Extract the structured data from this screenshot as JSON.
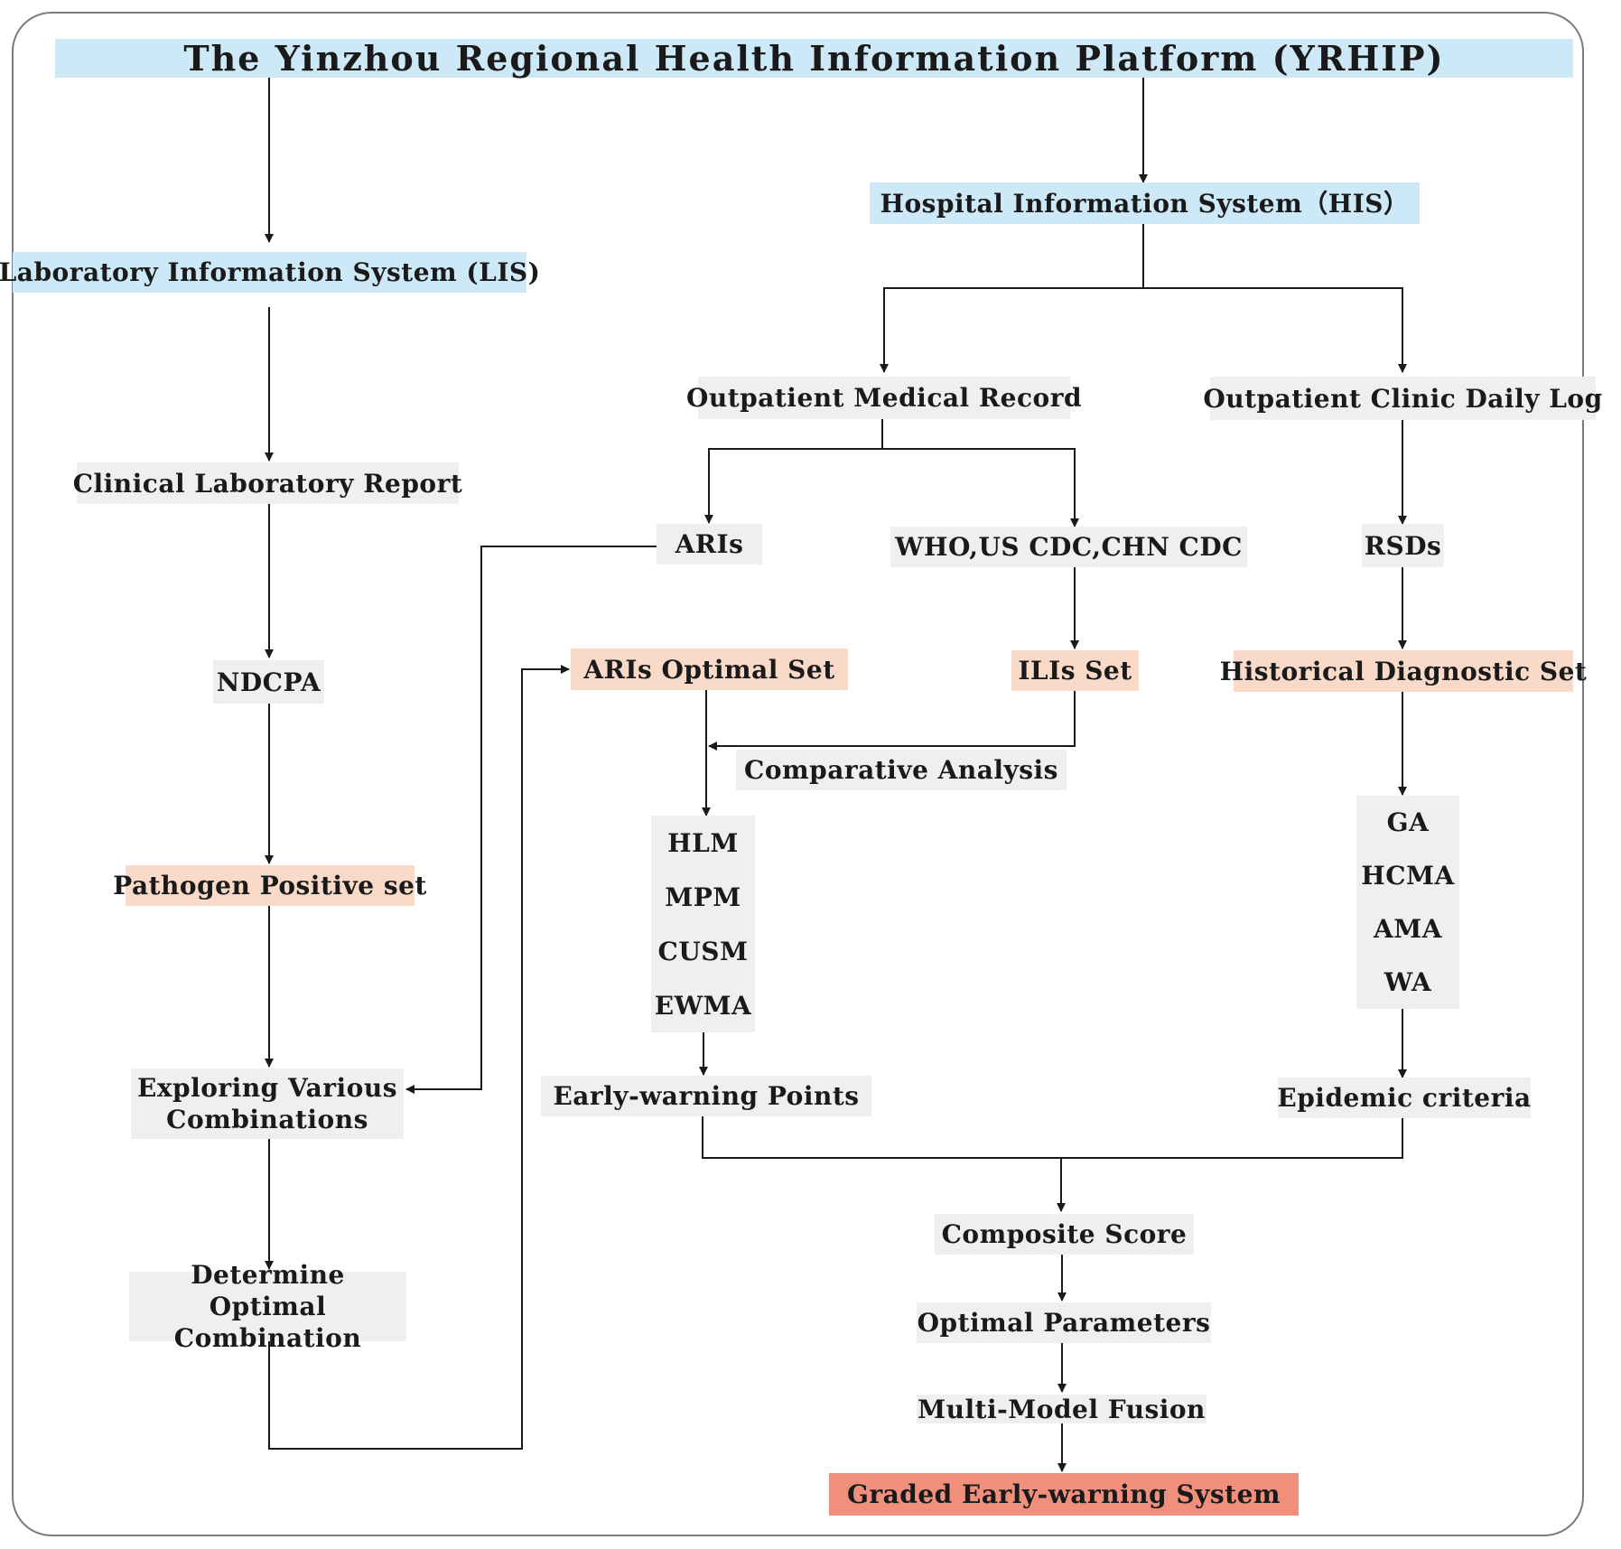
{
  "platform": {
    "title": "The Yinzhou Regional Health Information Platform (YRHIP)"
  },
  "lis": {
    "system": "Laboratory Information System (LIS)",
    "report": "Clinical Laboratory Report",
    "ndcpa": "NDCPA",
    "pathogen_set": "Pathogen Positive set",
    "exploring": [
      "Exploring Various",
      "Combinations"
    ],
    "determine": [
      "Determine Optimal",
      "Combination"
    ]
  },
  "his": {
    "system": "Hospital Information System（HIS）",
    "outpatient_record": "Outpatient Medical Record",
    "clinic_log": "Outpatient Clinic Daily Log",
    "aris": "ARIs",
    "definitions": "WHO,US CDC,CHN CDC",
    "rsds": "RSDs",
    "aris_optimal": "ARIs Optimal Set",
    "ilis_set": "ILIs Set",
    "historical_set": "Historical Diagnostic Set",
    "comparative": "Comparative Analysis",
    "models_left": [
      "HLM",
      "MPM",
      "CUSM",
      "EWMA"
    ],
    "models_right": [
      "GA",
      "HCMA",
      "AMA",
      "WA"
    ],
    "early_points": "Early-warning Points",
    "epidemic": "Epidemic criteria"
  },
  "fusion": {
    "composite": "Composite Score",
    "optimal_params": "Optimal Parameters",
    "multi_model": "Multi-Model Fusion",
    "graded": "Graded Early-warning System"
  },
  "colors": {
    "system_blue": "#cde9f7",
    "step_gray": "#efefef",
    "set_peach": "#f9d9c8",
    "final_salmon": "#f08f7b",
    "line": "#1a1a1a"
  }
}
